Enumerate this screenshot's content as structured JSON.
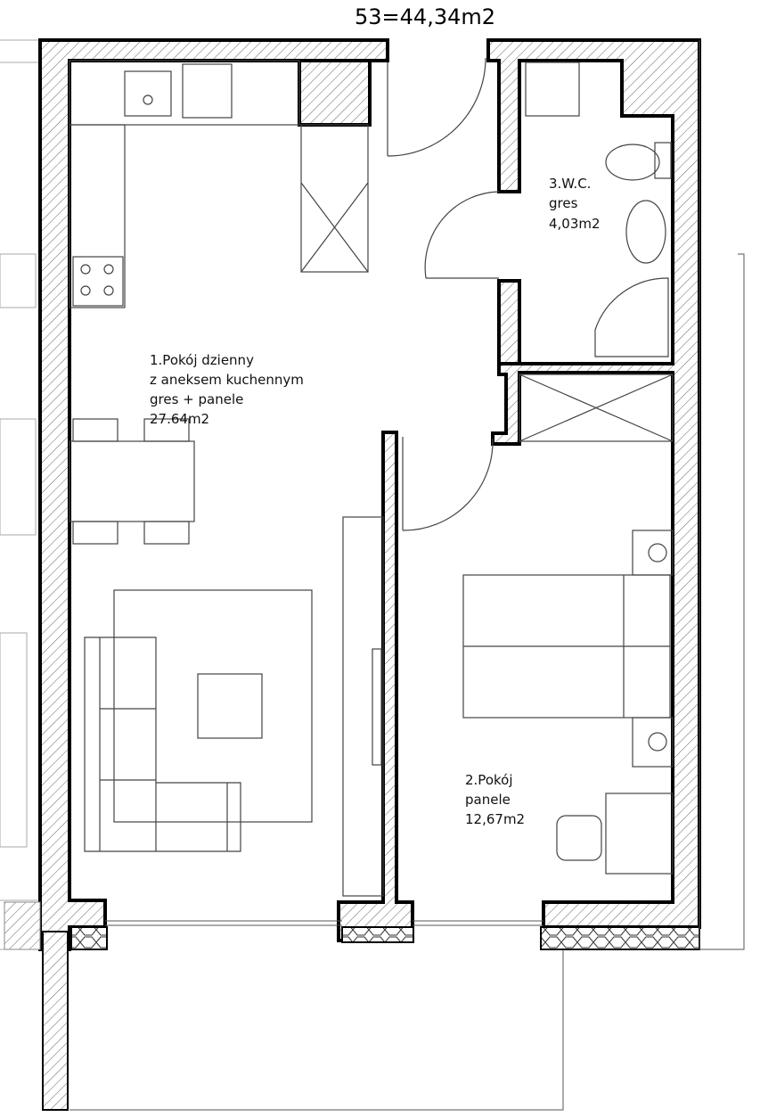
{
  "plan": {
    "title": "53=44,34m2",
    "rooms": [
      {
        "lines": [
          "1.Pokój dzienny",
          "z aneksem kuchennym",
          "gres + panele",
          "27.64m2"
        ]
      },
      {
        "lines": [
          "2.Pokój",
          "panele",
          "12,67m2"
        ]
      },
      {
        "lines": [
          "3.W.C.",
          "gres",
          "4,03m2"
        ]
      }
    ]
  }
}
